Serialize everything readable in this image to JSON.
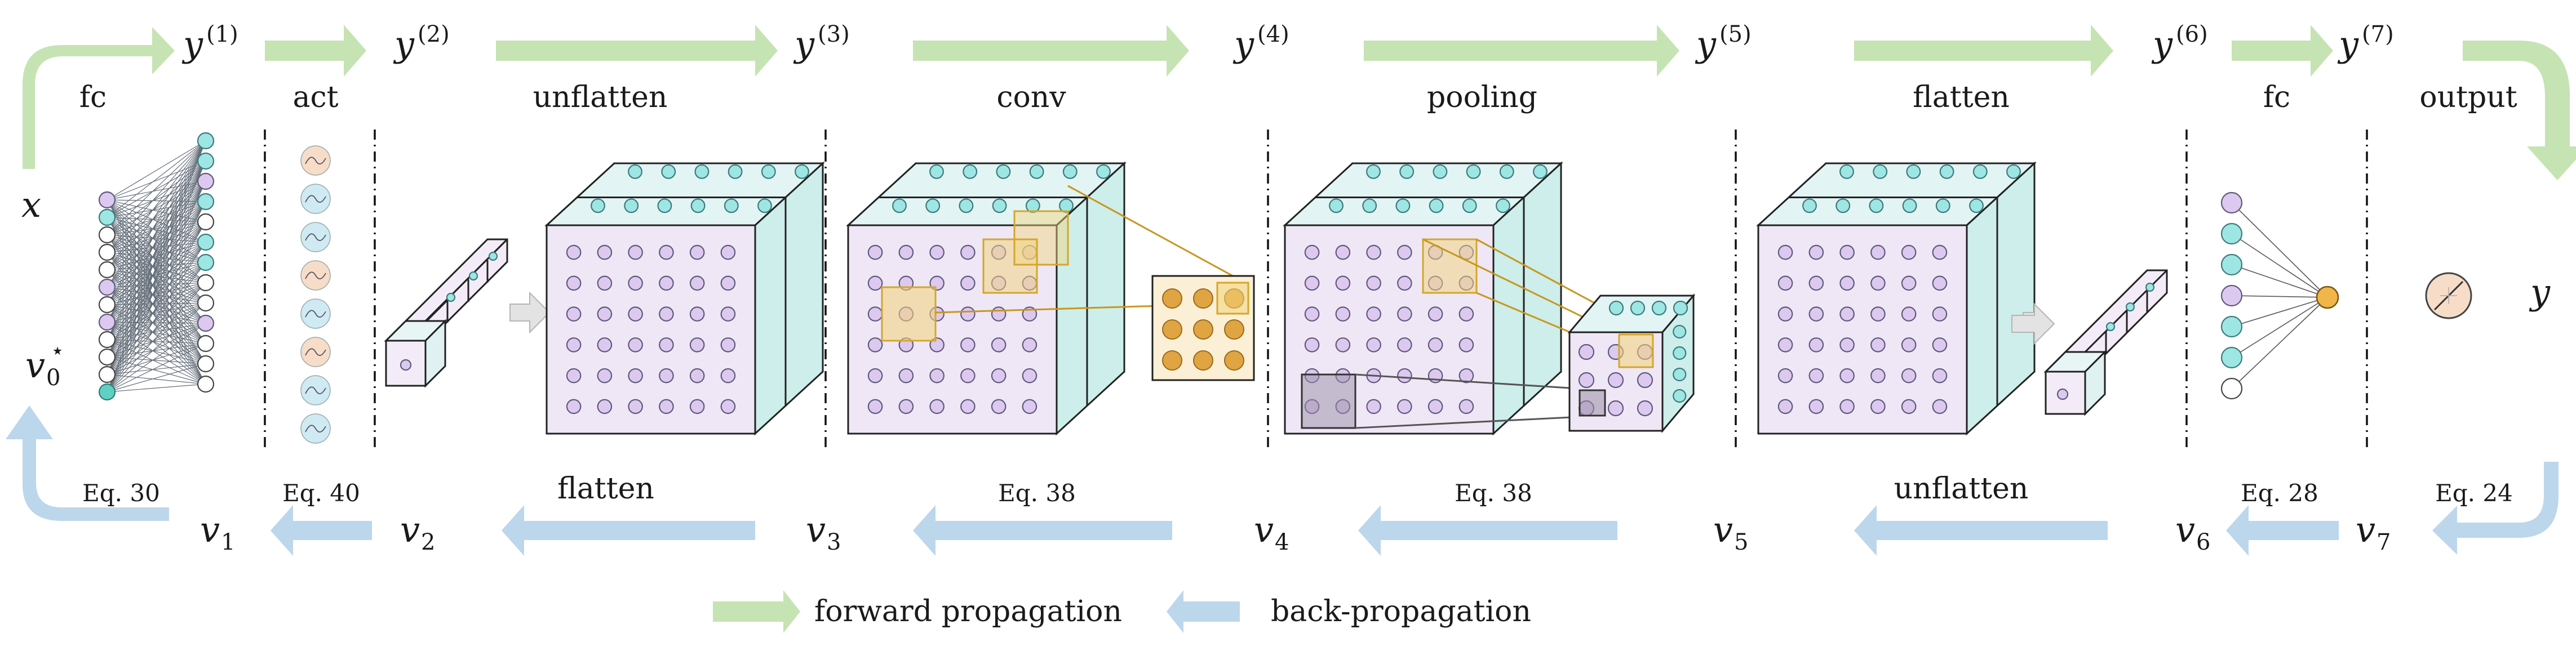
{
  "stages": [
    {
      "id": "fc1",
      "label": "fc",
      "eq": "Eq. 30"
    },
    {
      "id": "act",
      "label": "act",
      "eq": "Eq. 40"
    },
    {
      "id": "unflatten",
      "label": "unflatten",
      "eq": ""
    },
    {
      "id": "conv",
      "label": "conv",
      "eq": "Eq. 38"
    },
    {
      "id": "pooling",
      "label": "pooling",
      "eq": "Eq. 38"
    },
    {
      "id": "flatten",
      "label": "flatten",
      "eq": ""
    },
    {
      "id": "fc2",
      "label": "fc",
      "eq": "Eq. 28"
    },
    {
      "id": "output",
      "label": "output",
      "eq": "Eq. 24"
    }
  ],
  "forward_symbols": [
    {
      "base": "y",
      "sup": "(1)"
    },
    {
      "base": "y",
      "sup": "(2)"
    },
    {
      "base": "y",
      "sup": "(3)"
    },
    {
      "base": "y",
      "sup": "(4)"
    },
    {
      "base": "y",
      "sup": "(5)"
    },
    {
      "base": "y",
      "sup": "(6)"
    },
    {
      "base": "y",
      "sup": "(7)"
    }
  ],
  "backward_symbols": [
    {
      "base": "v",
      "sub": "1"
    },
    {
      "base": "v",
      "sub": "2"
    },
    {
      "base": "v",
      "sub": "3"
    },
    {
      "base": "v",
      "sub": "4"
    },
    {
      "base": "v",
      "sub": "5"
    },
    {
      "base": "v",
      "sub": "6"
    },
    {
      "base": "v",
      "sub": "7"
    }
  ],
  "backward_labels": {
    "flatten": "flatten",
    "unflatten": "unflatten"
  },
  "input_symbol": "x",
  "output_symbol": "y",
  "v0_symbol": {
    "base": "v",
    "sub": "0",
    "sup": "⋆"
  },
  "legend": {
    "forward": "forward propagation",
    "backward": "back-propagation"
  },
  "colors": {
    "forward_arrow": "#c6e3b3",
    "backward_arrow": "#bcd6ec",
    "node_purple": "#ddc9ef",
    "node_cyan": "#9ee6e3",
    "node_orange": "#f0b64a",
    "highlight": "#f2d47a",
    "activation_peach": "#f7dcc8",
    "activation_blue": "#cfeaf2"
  }
}
